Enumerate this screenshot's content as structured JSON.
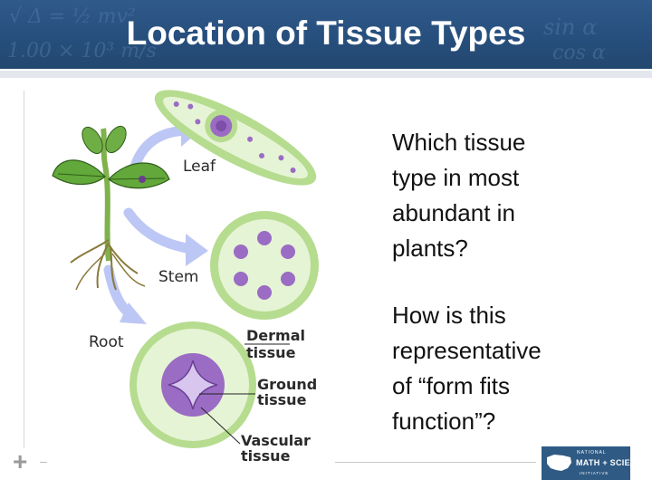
{
  "slide": {
    "title": "Location of Tissue Types",
    "header_formulas": [
      "sin α",
      "cos α",
      "1.00 × 10³ m/s",
      "√ Δ = ½ mv²"
    ]
  },
  "diagram": {
    "labels": {
      "leaf": "Leaf",
      "stem": "Stem",
      "root": "Root",
      "dermal": [
        "Dermal",
        "tissue"
      ],
      "ground": [
        "Ground",
        "tissue"
      ],
      "vascular": [
        "Vascular",
        "tissue"
      ]
    }
  },
  "questions": [
    [
      "Which tissue",
      "type in most",
      "abundant in",
      "plants?"
    ],
    [
      "How is this",
      "representative",
      "of “form fits",
      "function”?"
    ]
  ],
  "logo": {
    "line1": "NATIONAL",
    "line2": "MATH + SCIENCE",
    "line3": "INITIATIVE"
  },
  "colors": {
    "header": "#2a5384",
    "cell_wall": "#b6dc8f",
    "cell_fill": "#e5f4d5",
    "vascular_purple": "#9b6cc4",
    "arrow_blue": "#bcc7f5",
    "leaf_green": "#63a83a"
  }
}
